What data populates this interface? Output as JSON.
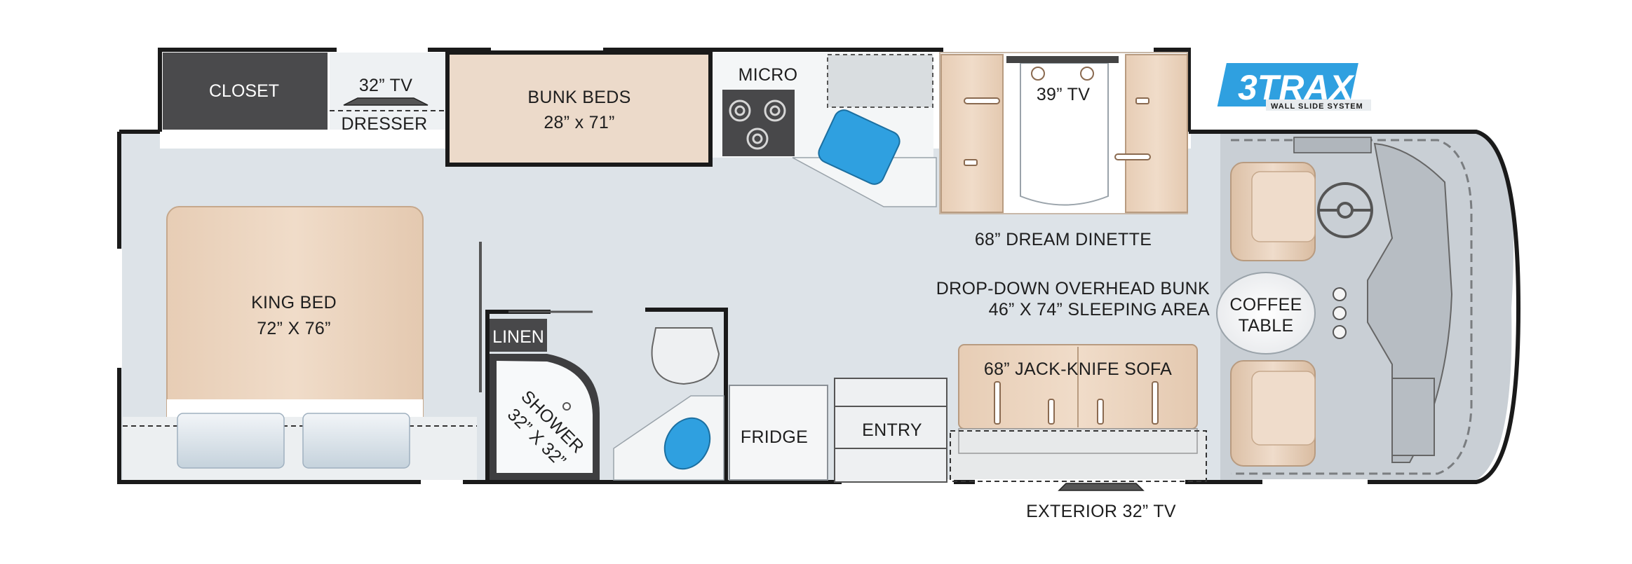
{
  "floorplan": {
    "closet": "CLOSET",
    "tv_32_bedroom": "32” TV",
    "dresser": "DRESSER",
    "bunk_beds": "BUNK BEDS",
    "bunk_beds_size": "28” x 71”",
    "micro": "MICRO",
    "tv_39": "39” TV",
    "dream_dinette": "68” DREAM DINETTE",
    "overhead_bunk": "DROP-DOWN OVERHEAD BUNK",
    "overhead_bunk_size": "46” X 74” SLEEPING AREA",
    "coffee_table_line1": "COFFEE",
    "coffee_table_line2": "TABLE",
    "king_bed": "KING BED",
    "king_bed_size": "72” X 76”",
    "linen": "LINEN",
    "shower": "SHOWER",
    "shower_size": "32” X 32”",
    "fridge": "FRIDGE",
    "entry": "ENTRY",
    "jack_knife_sofa": "68” JACK-KNIFE SOFA",
    "exterior_tv": "EXTERIOR 32” TV"
  },
  "logo": {
    "mark": "3TRAX",
    "tagline": "WALL SLIDE SYSTEM"
  },
  "colors": {
    "floor": "#dde3e8",
    "furniture": "#ecd9c6",
    "wall": "#1a1a1a",
    "closet": "#4a4a4c",
    "accent_blue": "#2fa0e0",
    "cab": "#c9cfd5"
  }
}
